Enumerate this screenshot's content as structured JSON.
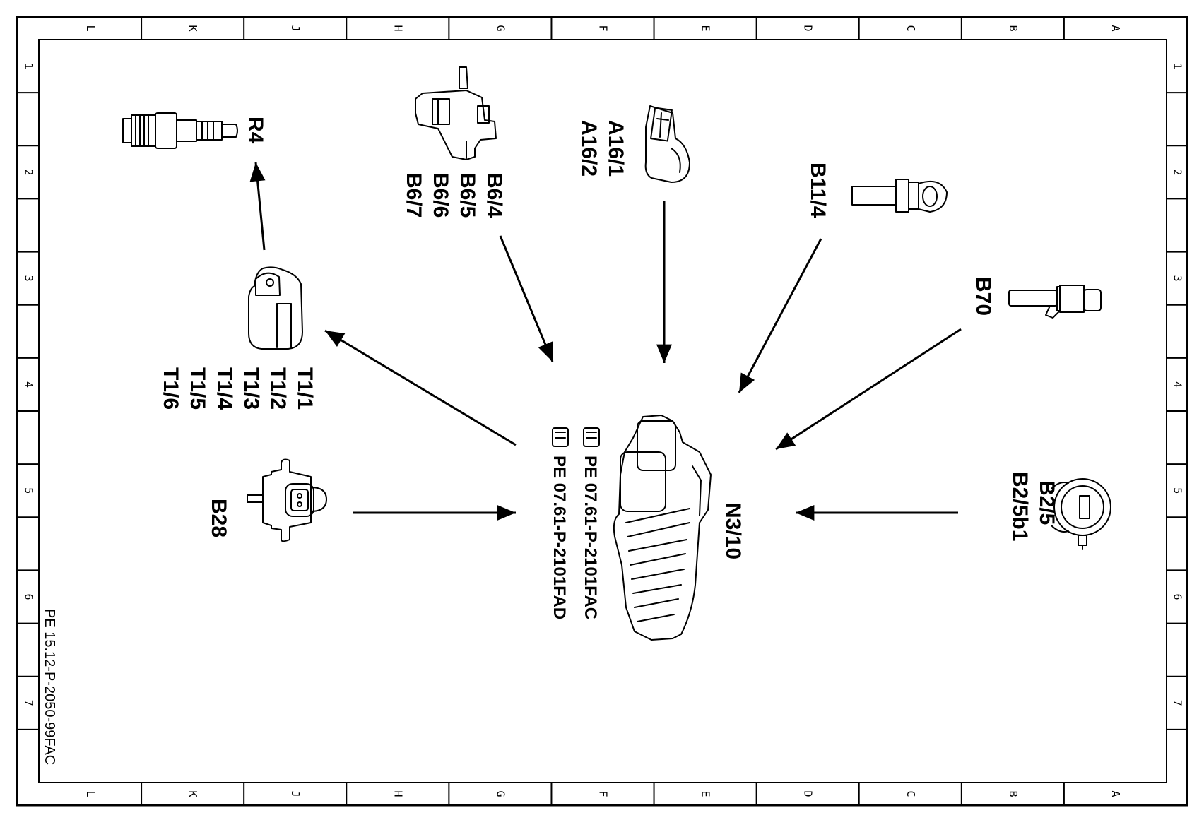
{
  "columns": [
    "L",
    "K",
    "J",
    "H",
    "G",
    "F",
    "E",
    "D",
    "C",
    "B",
    "A"
  ],
  "rows": [
    "1",
    "2",
    "3",
    "4",
    "5",
    "6",
    "7"
  ],
  "components": {
    "r4": [
      "R4"
    ],
    "t1": [
      "T1/1",
      "T1/2",
      "T1/3",
      "T1/4",
      "T1/5",
      "T1/6"
    ],
    "b28": [
      "B28"
    ],
    "b6": [
      "B6/4",
      "B6/5",
      "B6/6",
      "B6/7"
    ],
    "a16": [
      "A16/1",
      "A16/2"
    ],
    "b11": [
      "B11/4"
    ],
    "b70": [
      "B70"
    ],
    "b2": [
      "B2/5",
      "B2/5b1"
    ],
    "n3": [
      "N3/10"
    ]
  },
  "references": [
    "PE 07.61-P-2101FAC",
    "PE 07.61-P-2101FAD"
  ],
  "document_id": "PE 15.12-P-2050-99FAC"
}
